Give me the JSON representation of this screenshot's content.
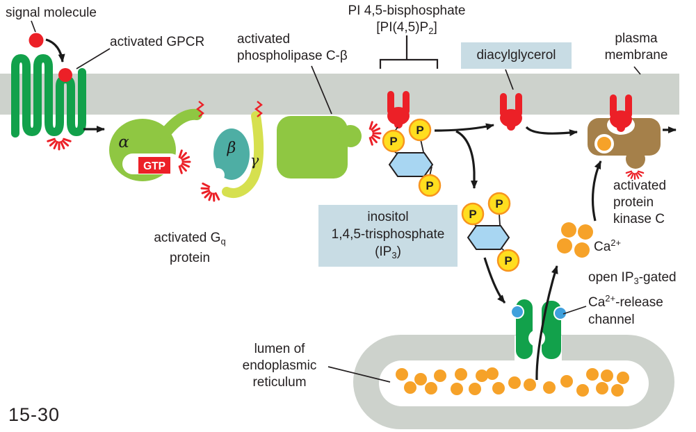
{
  "figure": {
    "number": "15-30"
  },
  "labels": {
    "signal_molecule": "signal molecule",
    "activated_gpcr": "activated GPCR",
    "activated_plc_line1": "activated",
    "activated_plc_line2": "phospholipase C-β",
    "pip2_line1": "PI 4,5-bisphosphate",
    "pip2_line2_a": "[PI(4,5)P",
    "pip2_line2_sub": "2",
    "pip2_line2_b": "]",
    "diacylglycerol": "diacylglycerol",
    "plasma_membrane_line1": "plasma",
    "plasma_membrane_line2": "membrane",
    "gq_line1_a": "activated G",
    "gq_line1_sub": "q",
    "gq_line2": "protein",
    "ip3_line1": "inositol",
    "ip3_line2": "1,4,5-trisphosphate",
    "ip3_line3_a": "(IP",
    "ip3_line3_sub": "3",
    "ip3_line3_b": ")",
    "pkc_line1": "activated",
    "pkc_line2": "protein",
    "pkc_line3": "kinase C",
    "ca_a": "Ca",
    "ca_sup": "2+",
    "channel_line1_a": "open IP",
    "channel_line1_sub": "3",
    "channel_line1_b": "-gated",
    "channel_line2_a": "Ca",
    "channel_line2_sup": "2+",
    "channel_line2_b": "-release",
    "channel_line3": "channel",
    "lumen_line1": "lumen of",
    "lumen_line2": "endoplasmic",
    "lumen_line3": "reticulum",
    "alpha": "α",
    "beta": "β",
    "gamma": "γ",
    "gtp": "GTP",
    "p": "P"
  },
  "colors": {
    "membrane_gray": "#cdd2cc",
    "receptor_green": "#12a14b",
    "g_alpha_green": "#8fc742",
    "beta_teal": "#4eaea4",
    "gamma_yellow_green": "#d6e04f",
    "signal_red": "#ec2027",
    "phosphate_yellow": "#ffde1f",
    "phosphate_ring_orange": "#f7941e",
    "inositol_blue": "#a8d6f2",
    "calcium_orange": "#f6a229",
    "pkc_brown": "#a5804a",
    "ip3_site_blue": "#3fa0dc",
    "label_box_blue": "#c8dce4",
    "text": "#231f20"
  }
}
